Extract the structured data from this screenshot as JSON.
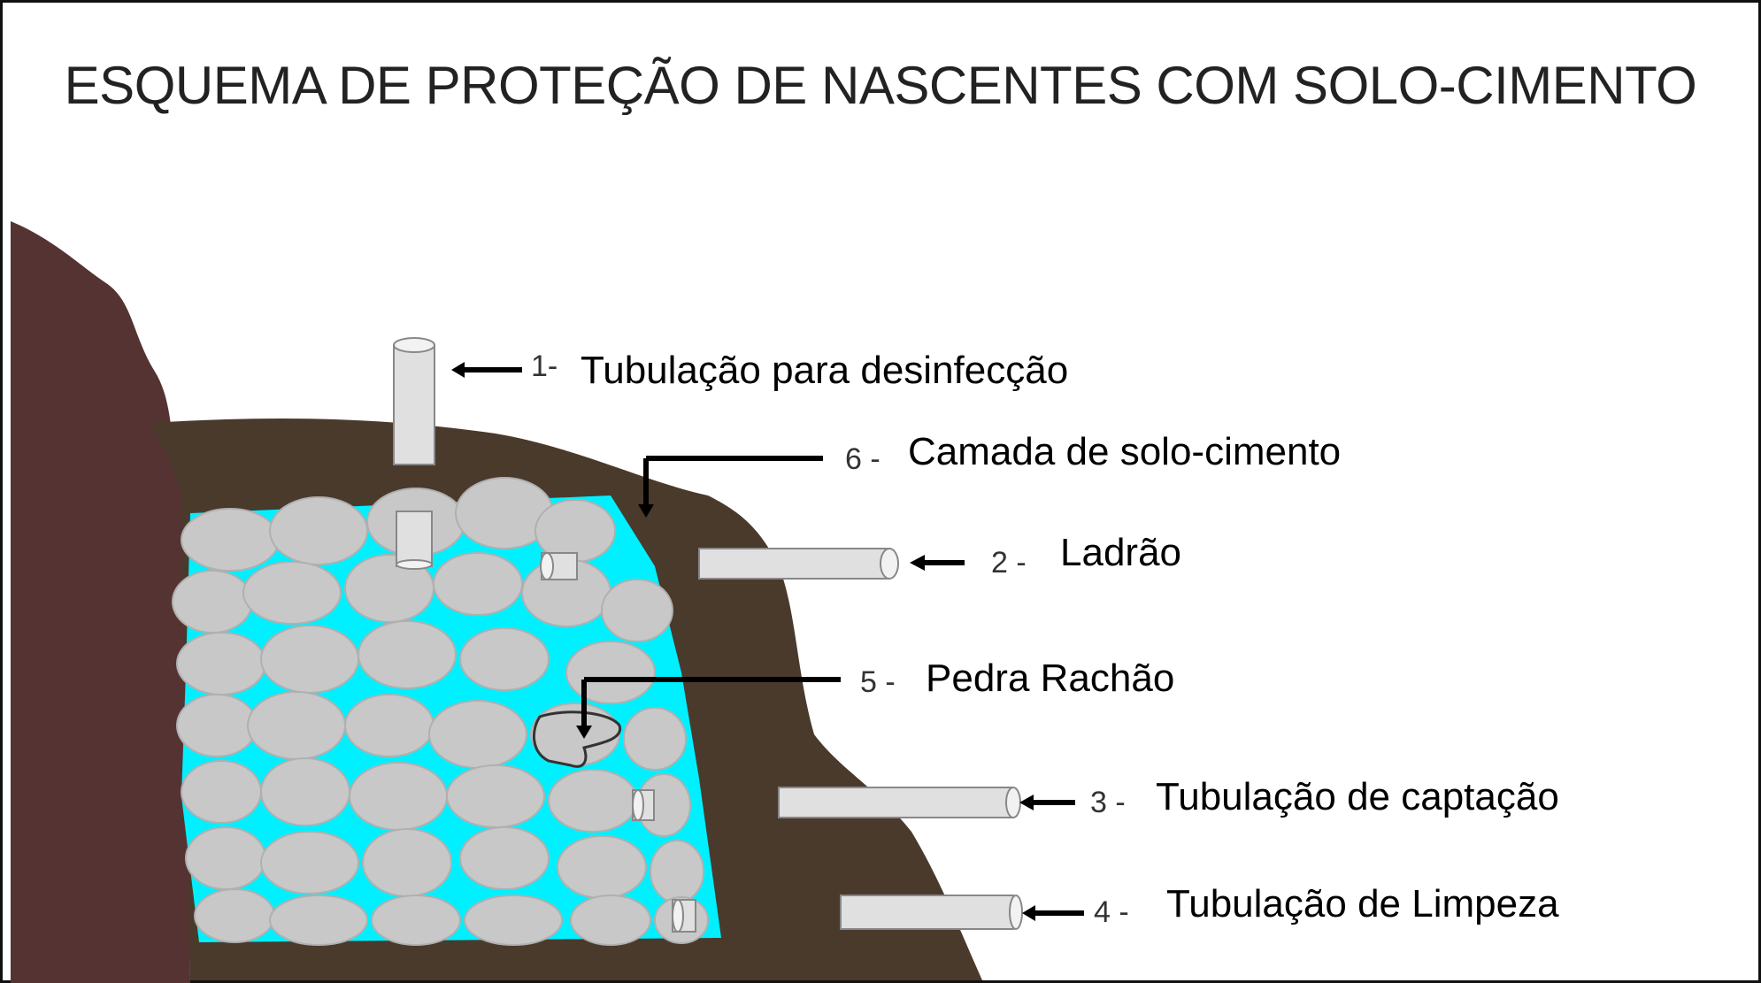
{
  "title": "ESQUEMA DE PROTEÇÃO DE NASCENTES COM SOLO-CIMENTO",
  "colors": {
    "hillside": "#553333",
    "soil_cement": "#4a3a2c",
    "stone": "#c8c8c8",
    "water": "#00f0ff",
    "pipe": "#e0e0e0"
  },
  "callouts": [
    {
      "number": "1-",
      "label": "Tubulação para desinfecção"
    },
    {
      "number": "6 -",
      "label": "Camada de solo-cimento"
    },
    {
      "number": "2 -",
      "label": "Ladrão"
    },
    {
      "number": "5 -",
      "label": "Pedra Rachão"
    },
    {
      "number": "3 -",
      "label": "Tubulação de captação"
    },
    {
      "number": "4 -",
      "label": "Tubulação de Limpeza"
    }
  ]
}
